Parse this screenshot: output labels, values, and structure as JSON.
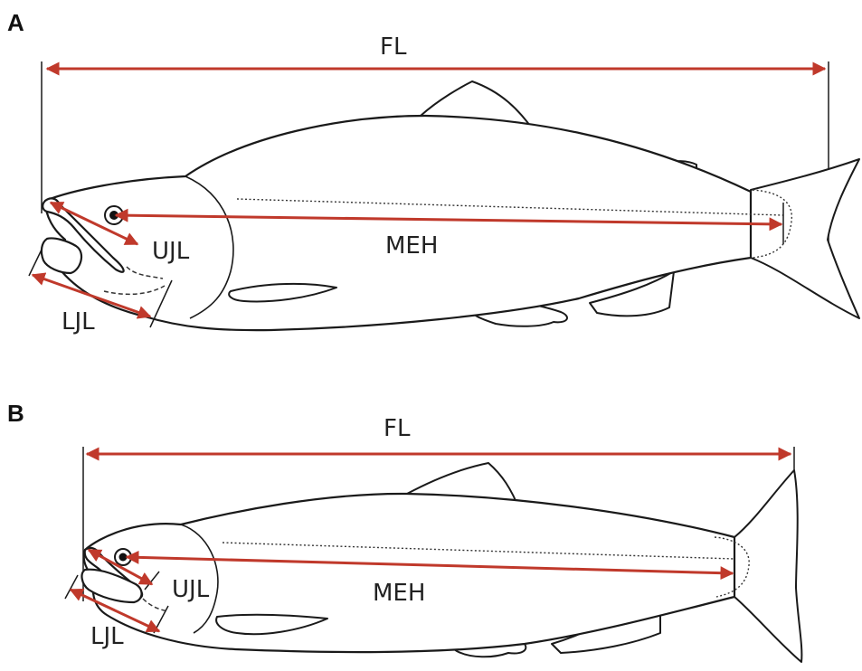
{
  "panels": [
    {
      "label": "A",
      "fl": "FL",
      "meh": "MEH",
      "ujl": "UJL",
      "ljl": "LJL"
    },
    {
      "label": "B",
      "fl": "FL",
      "meh": "MEH",
      "ujl": "UJL",
      "ljl": "LJL"
    }
  ],
  "colors": {
    "arrow": "#c0392b",
    "outline": "#1a1a1a"
  }
}
